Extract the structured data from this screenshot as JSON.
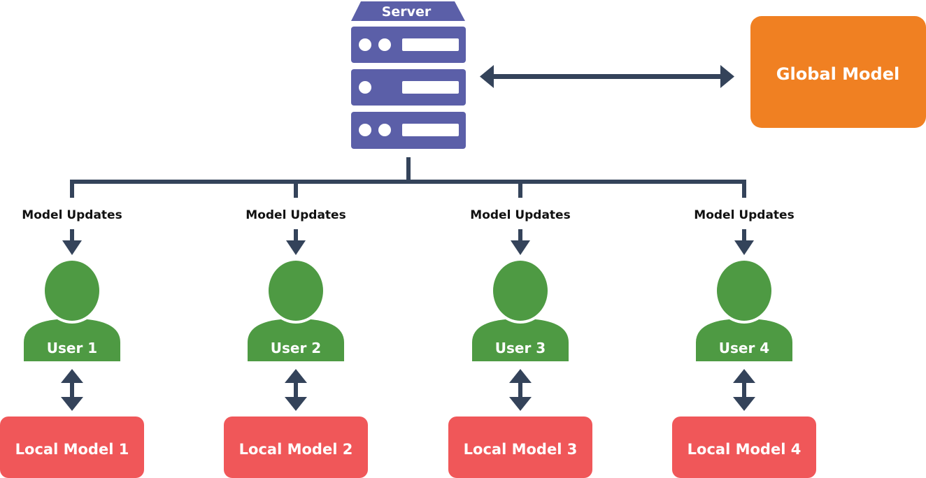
{
  "server": {
    "label": "Server"
  },
  "global_model": {
    "label": "Global Model"
  },
  "users": [
    {
      "update_label": "Model Updates",
      "user_label": "User 1",
      "local_model_label": "Local Model 1"
    },
    {
      "update_label": "Model Updates",
      "user_label": "User 2",
      "local_model_label": "Local Model 2"
    },
    {
      "update_label": "Model Updates",
      "user_label": "User 3",
      "local_model_label": "Local Model 3"
    },
    {
      "update_label": "Model Updates",
      "user_label": "User 4",
      "local_model_label": "Local Model 4"
    }
  ],
  "colors": {
    "server": "#5b5fa8",
    "global_model": "#f08022",
    "user": "#4e9a43",
    "local_model": "#f05759",
    "connector": "#34435a",
    "label_text": "#111111",
    "on_shape_text": "#ffffff"
  }
}
